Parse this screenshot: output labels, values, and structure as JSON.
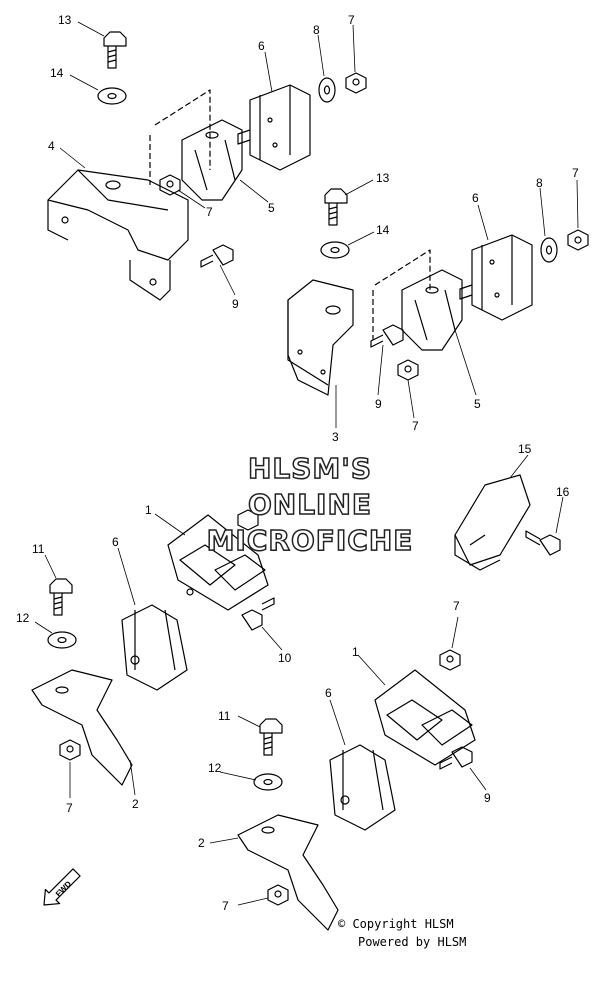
{
  "watermark": {
    "line1": "HLSM'S",
    "line2": "ONLINE",
    "line3": "MICROFICHE"
  },
  "footer": {
    "copyright": "© Copyright HLSM",
    "powered": "Powered by HLSM"
  },
  "fwd_label": "FWD",
  "callouts": {
    "c1": "13",
    "c2": "14",
    "c3": "4",
    "c4": "6",
    "c5": "8",
    "c6": "7",
    "c7": "7",
    "c8": "5",
    "c9": "9",
    "c10": "13",
    "c11": "14",
    "c12": "6",
    "c13": "8",
    "c14": "7",
    "c15": "9",
    "c16": "7",
    "c17": "5",
    "c18": "3",
    "c19": "15",
    "c20": "16",
    "c21": "1",
    "c22": "6",
    "c23": "11",
    "c24": "12",
    "c25": "10",
    "c26": "7",
    "c27": "2",
    "c28": "7",
    "c29": "1",
    "c30": "6",
    "c31": "11",
    "c32": "12",
    "c33": "9",
    "c34": "2",
    "c35": "7"
  },
  "colors": {
    "ink": "#000000",
    "paper": "#ffffff",
    "watermark_fill": "#ffffff",
    "watermark_stroke": "#222222"
  }
}
